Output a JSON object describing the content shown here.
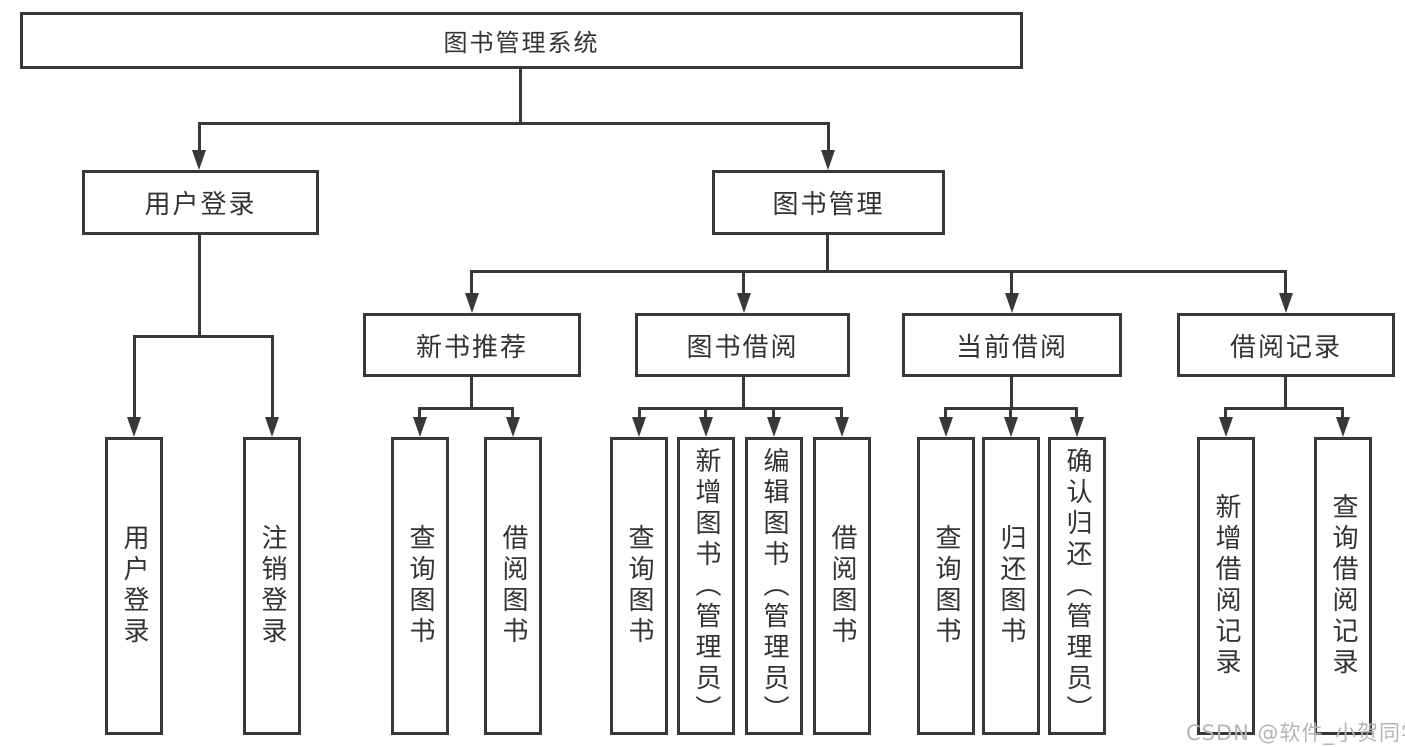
{
  "colors": {
    "line": "#383838",
    "text": "#333333",
    "watermark": "#b5b5b5",
    "background": "#ffffff"
  },
  "watermark": {
    "text": "CSDN @软件_小贺同学"
  },
  "tree": {
    "root": {
      "label": "图书管理系统",
      "children": [
        {
          "label": "用户登录",
          "children": [
            {
              "label": "用户登录"
            },
            {
              "label": "注销登录"
            }
          ]
        },
        {
          "label": "图书管理",
          "children": [
            {
              "label": "新书推荐",
              "children": [
                {
                  "label": "查询图书"
                },
                {
                  "label": "借阅图书"
                }
              ]
            },
            {
              "label": "图书借阅",
              "children": [
                {
                  "label": "查询图书"
                },
                {
                  "label": "新增图书（管理员）"
                },
                {
                  "label": "编辑图书（管理员）"
                },
                {
                  "label": "借阅图书"
                }
              ]
            },
            {
              "label": "当前借阅",
              "children": [
                {
                  "label": "查询图书"
                },
                {
                  "label": "归还图书"
                },
                {
                  "label": "确认归还（管理员）"
                }
              ]
            },
            {
              "label": "借阅记录",
              "children": [
                {
                  "label": "新增借阅记录"
                },
                {
                  "label": "查询借阅记录"
                }
              ]
            }
          ]
        }
      ]
    }
  }
}
